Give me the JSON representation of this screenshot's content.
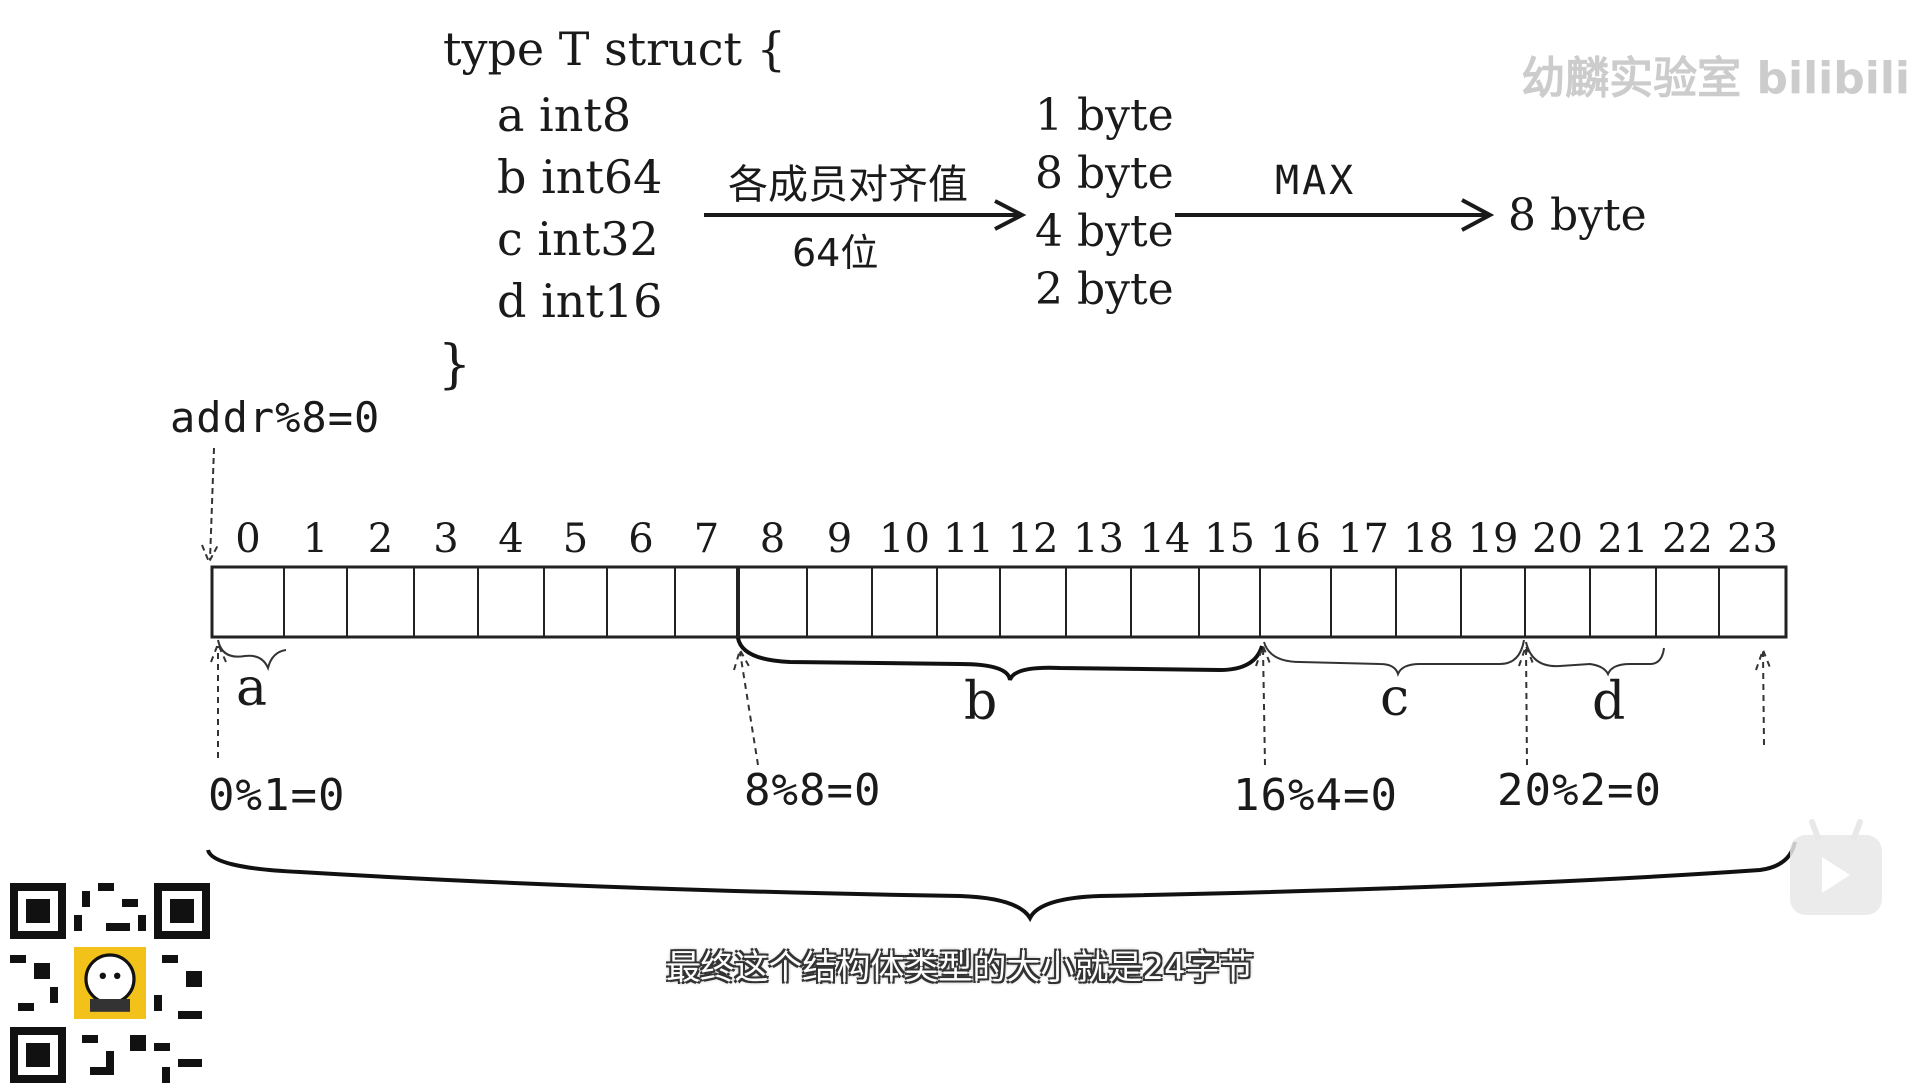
{
  "struct": {
    "header": "type T struct {",
    "close": "}",
    "fields": [
      "a int8",
      "b int64",
      "c int32",
      "d int16"
    ]
  },
  "alignment": {
    "arrow1_label": "各成员对齐值",
    "arrow1_sublabel": "64位",
    "member_bytes": [
      "1 byte",
      "8 byte",
      "4 byte",
      "2 byte"
    ],
    "arrow2_label": "MAX",
    "result": "8 byte"
  },
  "memory": {
    "start_condition": "addr%8=0",
    "indices": [
      "0",
      "1",
      "2",
      "3",
      "4",
      "5",
      "6",
      "7",
      "8",
      "9",
      "10",
      "11",
      "12",
      "13",
      "14",
      "15",
      "16",
      "17",
      "18",
      "19",
      "20",
      "21",
      "22",
      "23"
    ],
    "segments": [
      {
        "label": "a",
        "condition": "0%1=0"
      },
      {
        "label": "b",
        "condition": "8%8=0"
      },
      {
        "label": "c",
        "condition": "16%4=0"
      },
      {
        "label": "d",
        "condition": "20%2=0"
      }
    ]
  },
  "subtitle": "最终这个结构体类型的大小就是24字节",
  "watermark": "幼麟实验室 bilibili",
  "icons": {
    "qr": "qr-code",
    "play": "play-icon"
  }
}
